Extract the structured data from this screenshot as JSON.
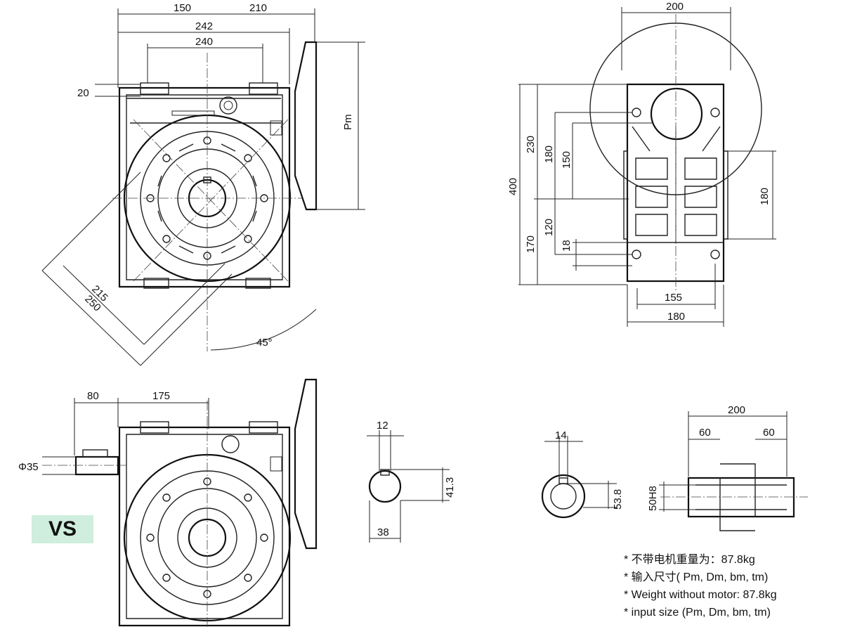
{
  "views": {
    "front": {
      "dims": {
        "d150": "150",
        "d210": "210",
        "d242": "242",
        "d240": "240",
        "d20": "20",
        "pm": "Pm",
        "d215": "215",
        "d250": "250",
        "angle": "45°"
      }
    },
    "side": {
      "dims": {
        "d200": "200",
        "d400": "400",
        "d230": "230",
        "d180a": "180",
        "d150": "150",
        "d170": "170",
        "d120": "120",
        "d18": "18",
        "d180b": "180",
        "d155": "155",
        "d180c": "180"
      }
    },
    "vs": {
      "dims": {
        "d80": "80",
        "d175": "175",
        "phi35": "Φ35"
      }
    },
    "input_key": {
      "dims": {
        "d12": "12",
        "d41_3": "41.3",
        "d38": "38"
      }
    },
    "output_key": {
      "dims": {
        "d14": "14",
        "d53_8": "53.8"
      }
    },
    "output_shaft": {
      "dims": {
        "d200": "200",
        "d60a": "60",
        "d60b": "60",
        "d50h8": "50H8"
      }
    }
  },
  "badge": {
    "label": "VS"
  },
  "notes": [
    "* 不带电机重量为：87.8kg",
    "* 输入尺寸( Pm, Dm, bm, tm)",
    "* Weight without motor: 87.8kg",
    "* input  size  (Pm, Dm, bm, tm)"
  ],
  "colors": {
    "badge_bg": "#cfeedd",
    "line": "#222222"
  }
}
